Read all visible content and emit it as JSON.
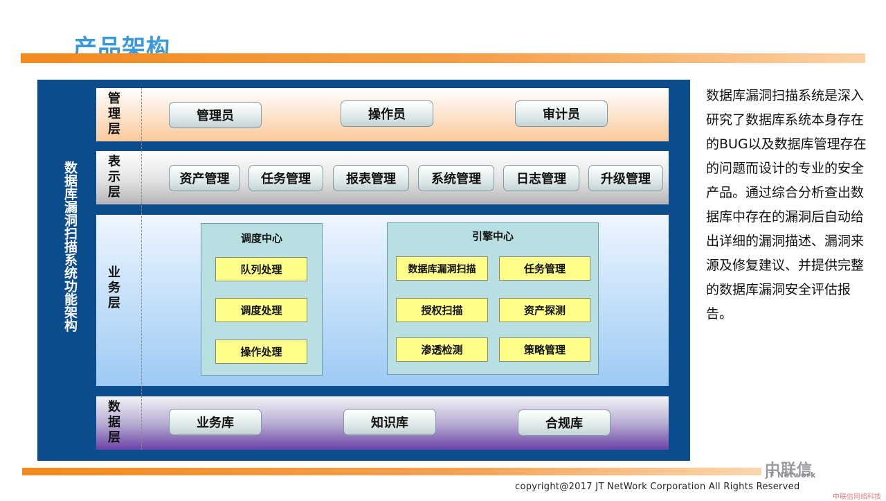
{
  "title": "产品架构",
  "diagram": {
    "side_title": "数据库漏洞扫描系统功能架构",
    "layers": {
      "management": {
        "label": "管\n理\n层",
        "items": [
          "管理员",
          "操作员",
          "审计员"
        ]
      },
      "presentation": {
        "label": "表\n示\n层",
        "items": [
          "资产管理",
          "任务管理",
          "报表管理",
          "系统管理",
          "日志管理",
          "升级管理"
        ]
      },
      "business": {
        "label": "业\n务\n层",
        "scheduling": {
          "title": "调度中心",
          "items": [
            "队列处理",
            "调度处理",
            "操作处理"
          ]
        },
        "engine": {
          "title": "引擎中心",
          "items": [
            "数据库漏洞扫描",
            "任务管理",
            "授权扫描",
            "资产探测",
            "渗透检测",
            "策略管理"
          ]
        }
      },
      "data": {
        "label": "数\n据\n层",
        "items": [
          "业务库",
          "知识库",
          "合规库"
        ]
      }
    }
  },
  "description": "数据库漏洞扫描系统是深入研究了数据库系统本身存在的BUG以及数据库管理存在的问题而设计的专业的安全产品。通过综合分析查出数据库中存在的漏洞后自动给出详细的漏洞描述、漏洞来源及修复建议、并提供完整的数据库漏洞安全评估报告。",
  "footer": {
    "copyright": "copyright@2017  JT NetWork Corporation All Rights Reserved",
    "logo_cn": "中联信",
    "logo_en": "JT Network",
    "watermark": "中联信网络科技"
  },
  "colors": {
    "accent_orange": "#f28a1e",
    "title_blue": "#3a9ad9",
    "frame_navy": "#0b4c8c",
    "box_yellow": "#ffff8a",
    "panel_teal": "#b8e0e3"
  }
}
